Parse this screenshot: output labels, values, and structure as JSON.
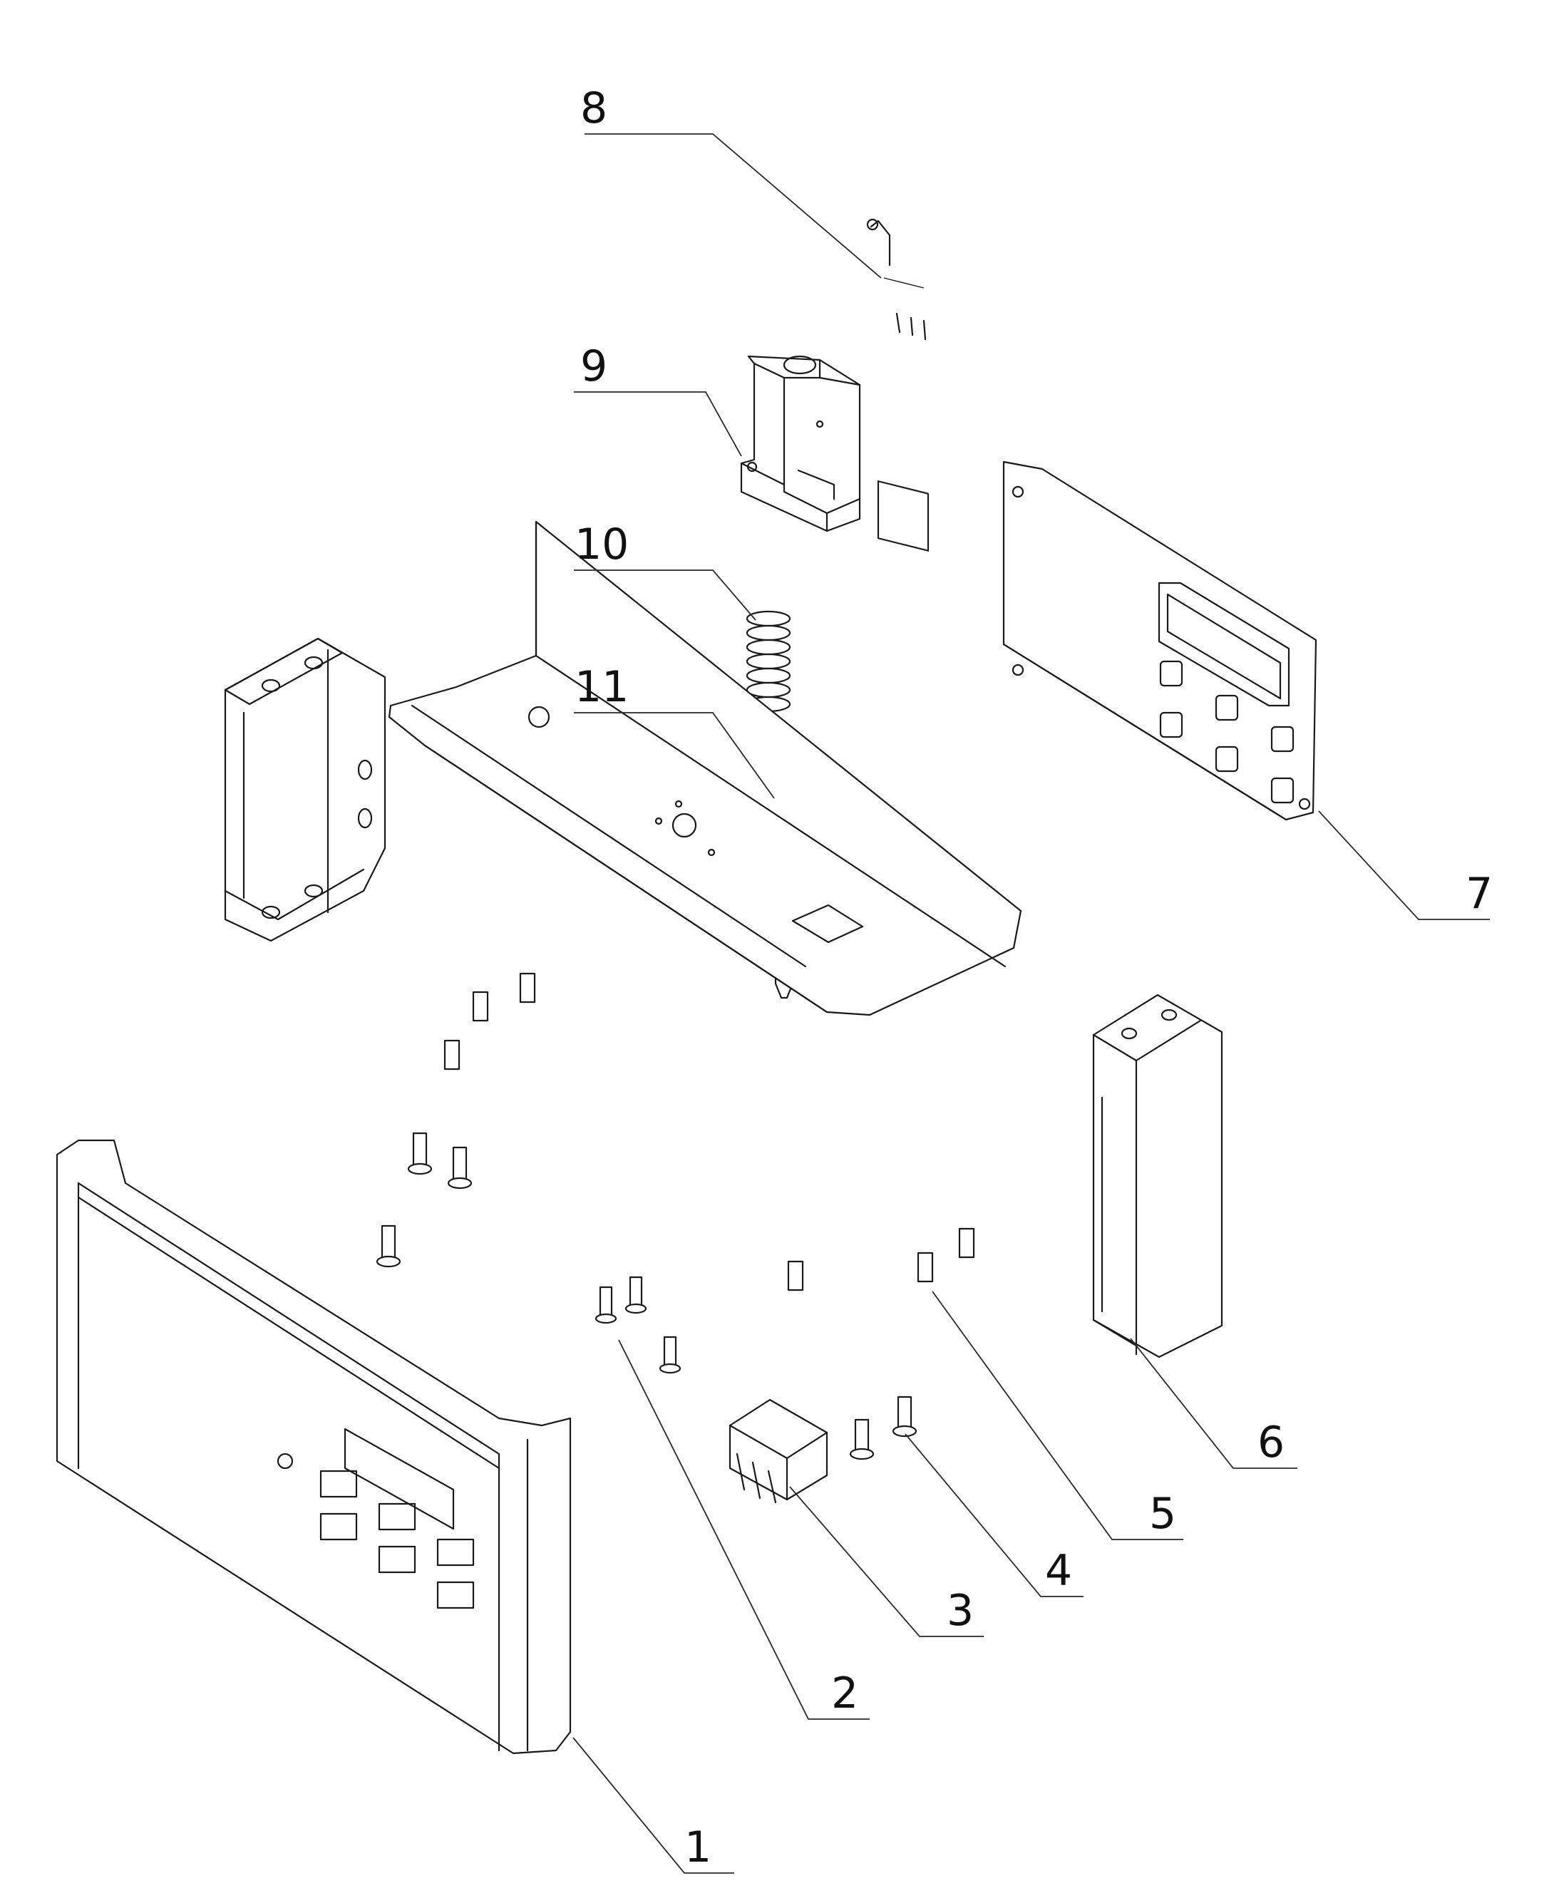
{
  "callouts": [
    {
      "key": "c1",
      "label": "1"
    },
    {
      "key": "c2",
      "label": "2"
    },
    {
      "key": "c3",
      "label": "3"
    },
    {
      "key": "c4",
      "label": "4"
    },
    {
      "key": "c5",
      "label": "5"
    },
    {
      "key": "c6",
      "label": "6"
    },
    {
      "key": "c7",
      "label": "7"
    },
    {
      "key": "c8",
      "label": "8"
    },
    {
      "key": "c9",
      "label": "9"
    },
    {
      "key": "c10",
      "label": "10"
    },
    {
      "key": "c11",
      "label": "11"
    }
  ],
  "colors": {
    "line": "#1a1a1a",
    "background": "#ffffff"
  }
}
